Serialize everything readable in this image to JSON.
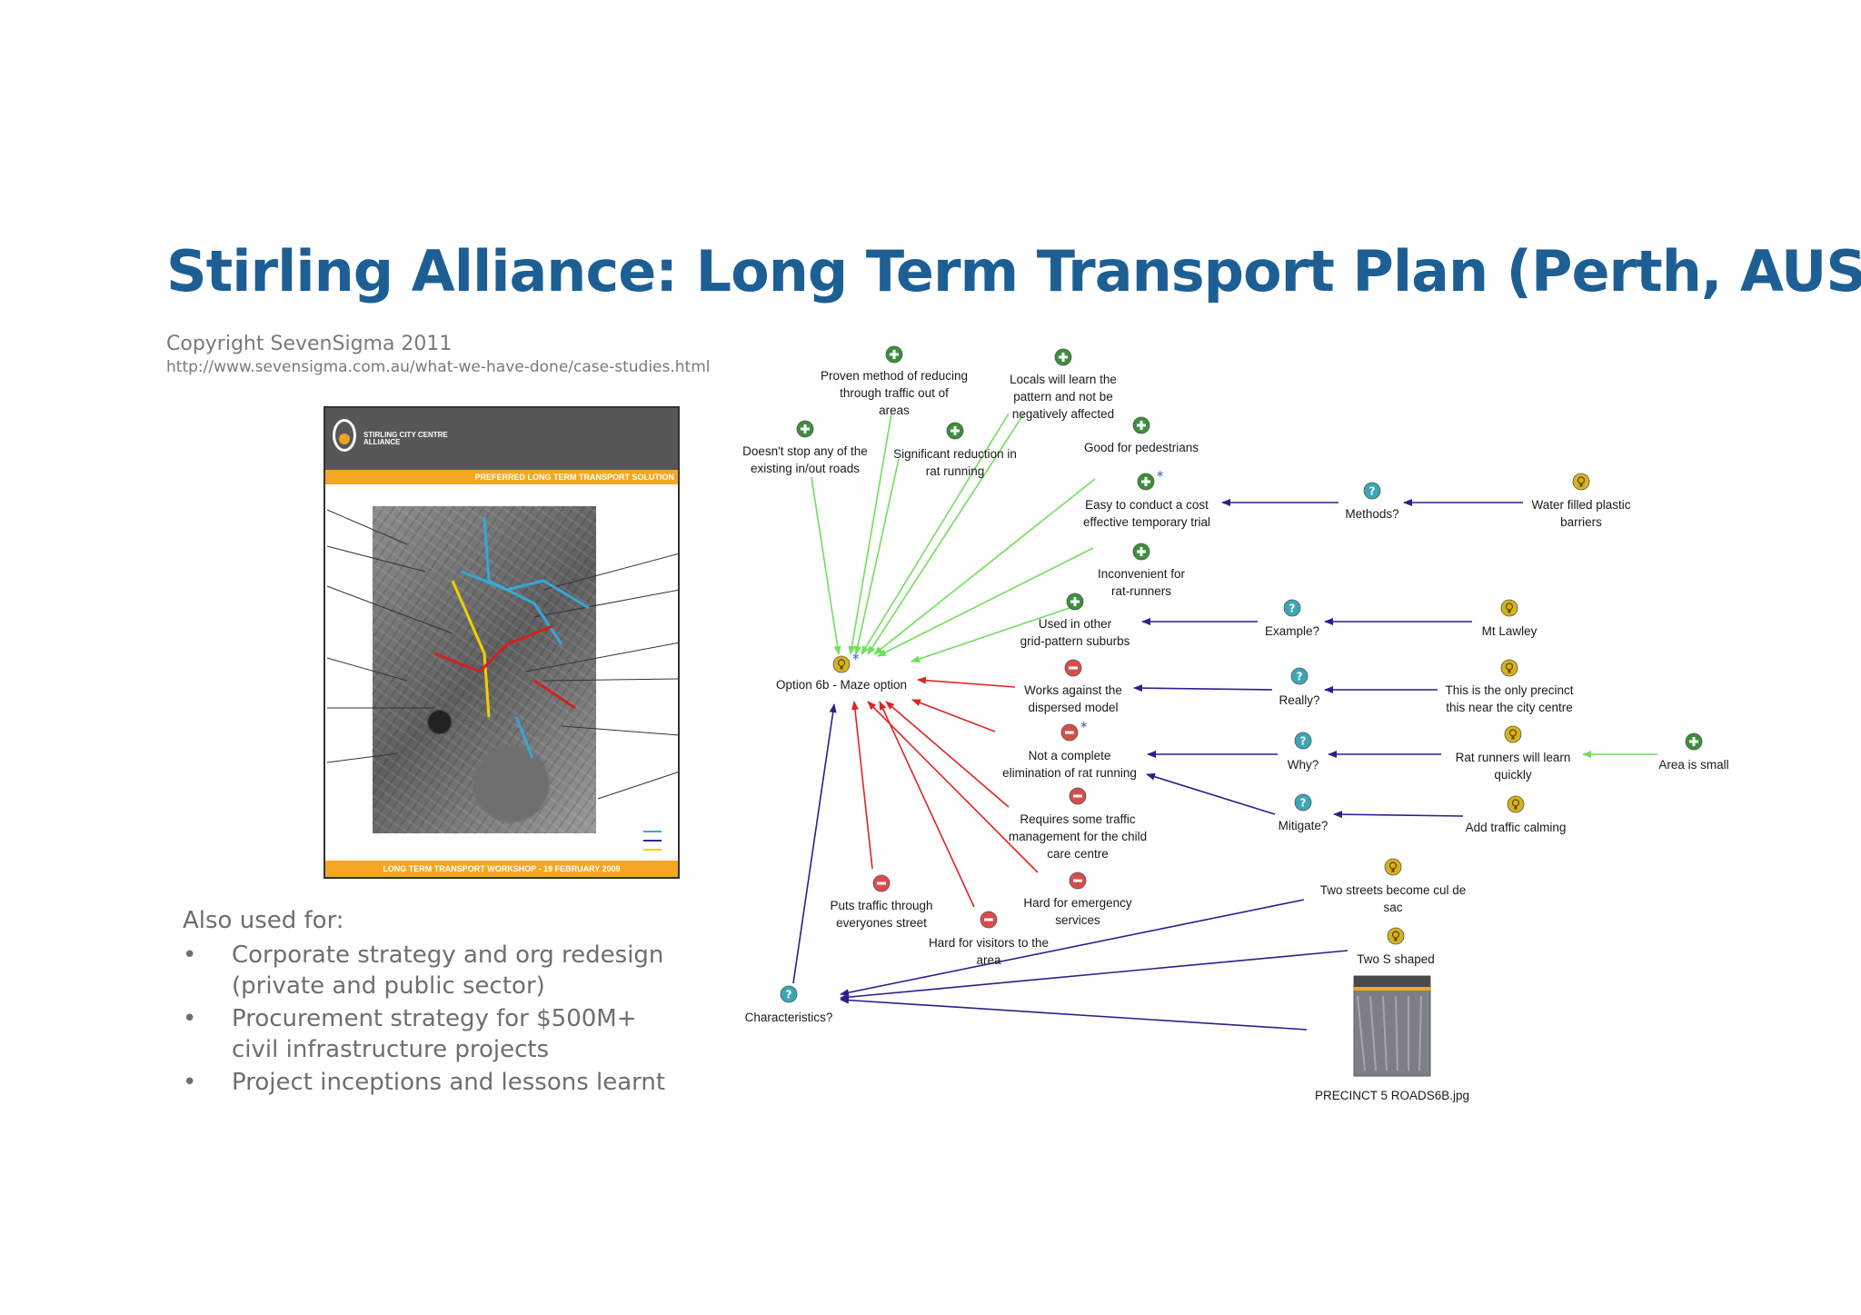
{
  "title": "Stirling Alliance: Long Term Transport Plan (Perth, AUS)",
  "copyright": "Copyright SevenSigma 2011",
  "url": "http://www.sevensigma.com.au/what-we-have-done/case-studies.html",
  "poster": {
    "logo_text": "STIRLING CITY CENTRE ALLIANCE",
    "banner": "PREFERRED LONG TERM TRANSPORT SOLUTION",
    "footer": "LONG TERM TRANSPORT WORKSHOP - 19 FEBRUARY 2009"
  },
  "also_used": {
    "heading": "Also used for:",
    "items": [
      "Corporate strategy and org redesign (private and public sector)",
      "Procurement strategy for $500M+ civil infrastructure projects",
      "Project inceptions and lessons learnt"
    ]
  },
  "colors": {
    "title": "#1d5f94",
    "pro": "#3c8f3c",
    "con": "#d94c4c",
    "question": "#3aa7b5",
    "idea": "#d8b21a",
    "link_pro": "#6ee05a",
    "link_con": "#e02424",
    "link_other": "#2a1f8f"
  },
  "diagram": {
    "nodes": [
      {
        "id": "option6b",
        "type": "idea",
        "label": [
          "Option 6b - Maze option"
        ],
        "starred": true
      },
      {
        "id": "proven",
        "type": "pro",
        "label": [
          "Proven method of reducing",
          "through traffic out of",
          "areas"
        ]
      },
      {
        "id": "locals",
        "type": "pro",
        "label": [
          "Locals will learn the",
          "pattern and not be",
          "negatively affected"
        ]
      },
      {
        "id": "doesnt",
        "type": "pro",
        "label": [
          "Doesn't stop any of the",
          "existing in/out roads"
        ]
      },
      {
        "id": "signif",
        "type": "pro",
        "label": [
          "Significant reduction in",
          "rat running"
        ]
      },
      {
        "id": "goodped",
        "type": "pro",
        "label": [
          "Good for pedestrians"
        ]
      },
      {
        "id": "easy",
        "type": "pro",
        "label": [
          "Easy to conduct a cost",
          "effective temporary trial"
        ],
        "starred": true
      },
      {
        "id": "methods",
        "type": "question",
        "label": [
          "Methods?"
        ]
      },
      {
        "id": "water",
        "type": "idea",
        "label": [
          "Water filled plastic",
          "barriers"
        ]
      },
      {
        "id": "inconv",
        "type": "pro",
        "label": [
          "Inconvenient for",
          "rat-runners"
        ]
      },
      {
        "id": "usedother",
        "type": "pro",
        "label": [
          "Used in other",
          "grid-pattern suburbs"
        ]
      },
      {
        "id": "example",
        "type": "question",
        "label": [
          "Example?"
        ]
      },
      {
        "id": "mtlawley",
        "type": "idea",
        "label": [
          "Mt Lawley"
        ]
      },
      {
        "id": "works",
        "type": "con",
        "label": [
          "Works against the",
          "dispersed model"
        ]
      },
      {
        "id": "really",
        "type": "question",
        "label": [
          "Really?"
        ]
      },
      {
        "id": "onlyprec",
        "type": "idea",
        "label": [
          "This is the only precinct",
          "this near the city centre"
        ]
      },
      {
        "id": "notcomplete",
        "type": "con",
        "label": [
          "Not a complete",
          "elimination of rat running"
        ],
        "starred": true
      },
      {
        "id": "why",
        "type": "question",
        "label": [
          "Why?"
        ]
      },
      {
        "id": "ratlearn",
        "type": "idea",
        "label": [
          "Rat runners will learn",
          "quickly"
        ]
      },
      {
        "id": "small",
        "type": "pro",
        "label": [
          "Area is small"
        ]
      },
      {
        "id": "mitigate",
        "type": "question",
        "label": [
          "Mitigate?"
        ]
      },
      {
        "id": "calming",
        "type": "idea",
        "label": [
          "Add traffic calming"
        ]
      },
      {
        "id": "requires",
        "type": "con",
        "label": [
          "Requires some traffic",
          "management for the child",
          "care centre"
        ]
      },
      {
        "id": "puts",
        "type": "con",
        "label": [
          "Puts traffic through",
          "everyones street"
        ]
      },
      {
        "id": "emerg",
        "type": "con",
        "label": [
          "Hard for emergency",
          "services"
        ]
      },
      {
        "id": "visitors",
        "type": "con",
        "label": [
          "Hard for visitors to the",
          "area"
        ]
      },
      {
        "id": "twocul",
        "type": "idea",
        "label": [
          "Two streets become cul de",
          "sac"
        ]
      },
      {
        "id": "twos",
        "type": "idea",
        "label": [
          "Two S shaped"
        ]
      },
      {
        "id": "charact",
        "type": "question",
        "label": [
          "Characteristics?"
        ]
      },
      {
        "id": "precinct",
        "type": "image",
        "label": [
          "PRECINCT 5 ROADS6B.jpg"
        ]
      }
    ],
    "links": [
      {
        "from": "proven",
        "to": "option6b",
        "kind": "pro"
      },
      {
        "from": "locals",
        "to": "option6b",
        "kind": "pro"
      },
      {
        "from": "doesnt",
        "to": "option6b",
        "kind": "pro"
      },
      {
        "from": "signif",
        "to": "option6b",
        "kind": "pro"
      },
      {
        "from": "goodped",
        "to": "option6b",
        "kind": "pro"
      },
      {
        "from": "easy",
        "to": "option6b",
        "kind": "pro"
      },
      {
        "from": "inconv",
        "to": "option6b",
        "kind": "pro"
      },
      {
        "from": "usedother",
        "to": "option6b",
        "kind": "pro"
      },
      {
        "from": "works",
        "to": "option6b",
        "kind": "con"
      },
      {
        "from": "notcomplete",
        "to": "option6b",
        "kind": "con"
      },
      {
        "from": "requires",
        "to": "option6b",
        "kind": "con"
      },
      {
        "from": "puts",
        "to": "option6b",
        "kind": "con"
      },
      {
        "from": "emerg",
        "to": "option6b",
        "kind": "con"
      },
      {
        "from": "visitors",
        "to": "option6b",
        "kind": "con"
      },
      {
        "from": "methods",
        "to": "easy",
        "kind": "other"
      },
      {
        "from": "water",
        "to": "methods",
        "kind": "other"
      },
      {
        "from": "example",
        "to": "usedother",
        "kind": "other"
      },
      {
        "from": "mtlawley",
        "to": "example",
        "kind": "other"
      },
      {
        "from": "really",
        "to": "works",
        "kind": "other"
      },
      {
        "from": "onlyprec",
        "to": "really",
        "kind": "other"
      },
      {
        "from": "why",
        "to": "notcomplete",
        "kind": "other"
      },
      {
        "from": "ratlearn",
        "to": "why",
        "kind": "other"
      },
      {
        "from": "small",
        "to": "ratlearn",
        "kind": "pro"
      },
      {
        "from": "mitigate",
        "to": "notcomplete",
        "kind": "other"
      },
      {
        "from": "calming",
        "to": "mitigate",
        "kind": "other"
      },
      {
        "from": "charact",
        "to": "option6b",
        "kind": "other"
      },
      {
        "from": "twocul",
        "to": "charact",
        "kind": "other"
      },
      {
        "from": "twos",
        "to": "charact",
        "kind": "other"
      },
      {
        "from": "precinct",
        "to": "charact",
        "kind": "other"
      }
    ]
  }
}
